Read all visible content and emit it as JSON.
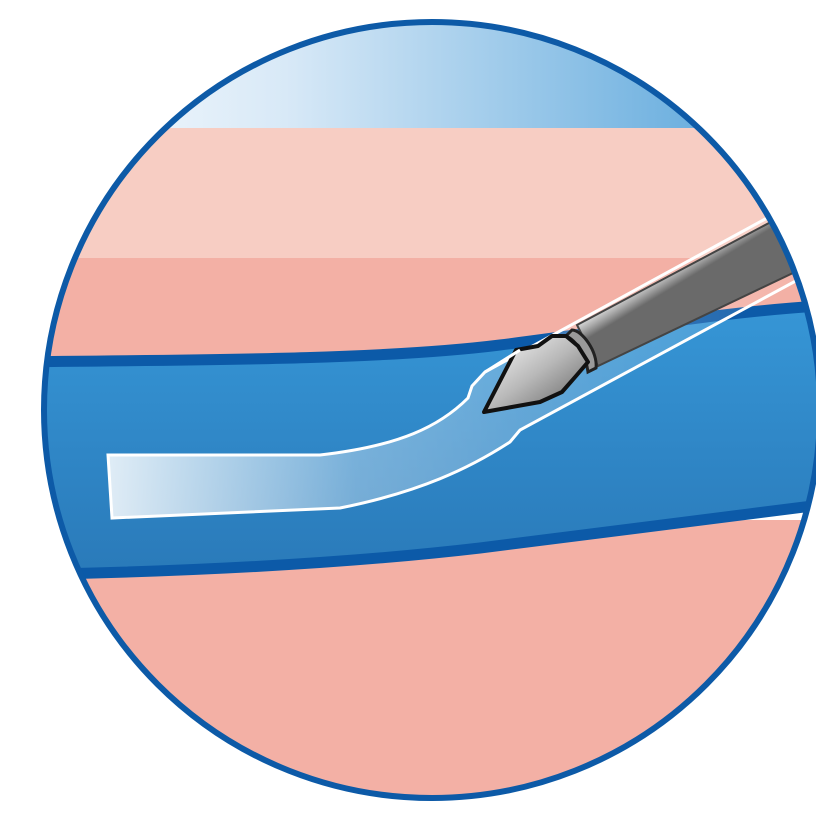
{
  "diagram": {
    "layers": [
      {
        "name": "skin-surface",
        "color": "#d6e8f7"
      },
      {
        "name": "epidermis",
        "color": "#f7cdc3"
      },
      {
        "name": "dermis",
        "color": "#f3b0a5"
      },
      {
        "name": "vein-lumen",
        "color": "#2f88c8"
      },
      {
        "name": "vein-wall",
        "color": "#0c5aa8"
      },
      {
        "name": "subcutaneous",
        "color": "#f3b0a5"
      }
    ],
    "components": {
      "needle": {
        "shaft_color": "#c9c9c9",
        "tip_color": "#8f8f8f"
      },
      "catheter": {
        "outline_color": "#ffffff"
      }
    },
    "frame": {
      "border_color": "#0d5aa7"
    }
  }
}
